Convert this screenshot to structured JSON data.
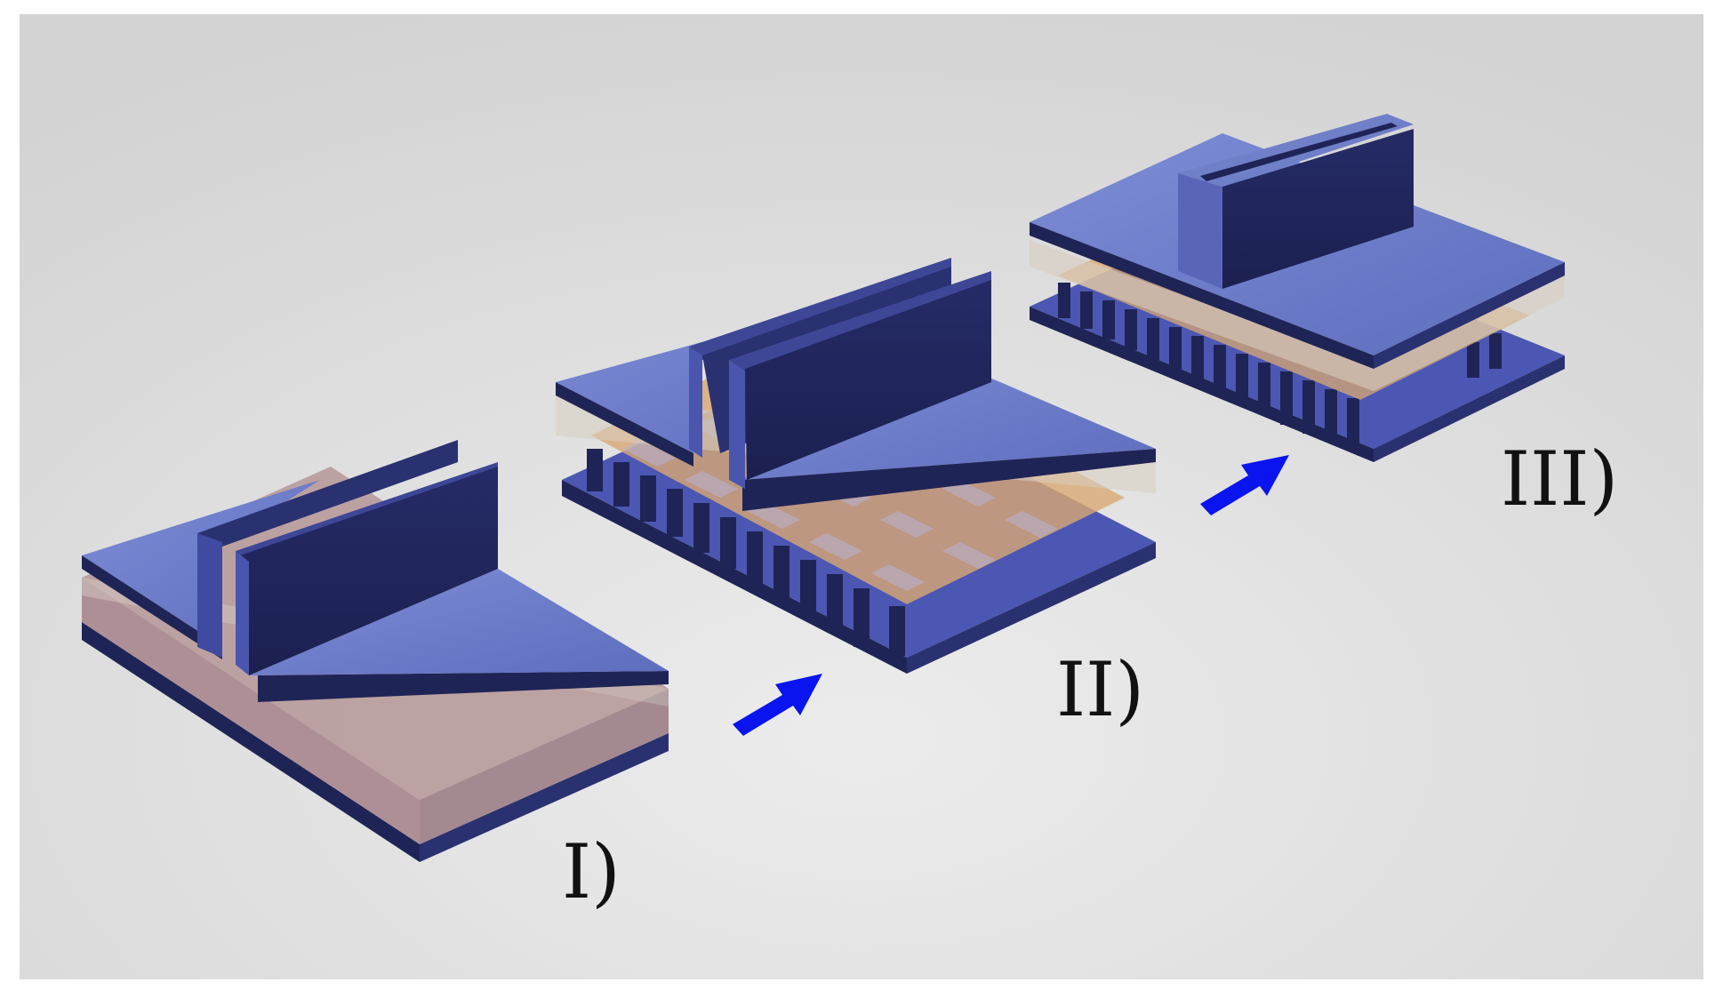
{
  "stages": [
    {
      "id": "stage-1",
      "label": "I)"
    },
    {
      "id": "stage-2",
      "label": "II)"
    },
    {
      "id": "stage-3",
      "label": "III)"
    }
  ],
  "arrows": [
    {
      "id": "arrow-1-to-2"
    },
    {
      "id": "arrow-2-to-3"
    }
  ],
  "colors": {
    "block_top": "#6f7fc8",
    "block_side_dark": "#1f2456",
    "block_side_mid": "#2e3678",
    "translucent_layer": "#d8c9c0",
    "lattice": "#d9a873",
    "arrow": "#0a14ee",
    "background": "#dcdcdc"
  }
}
